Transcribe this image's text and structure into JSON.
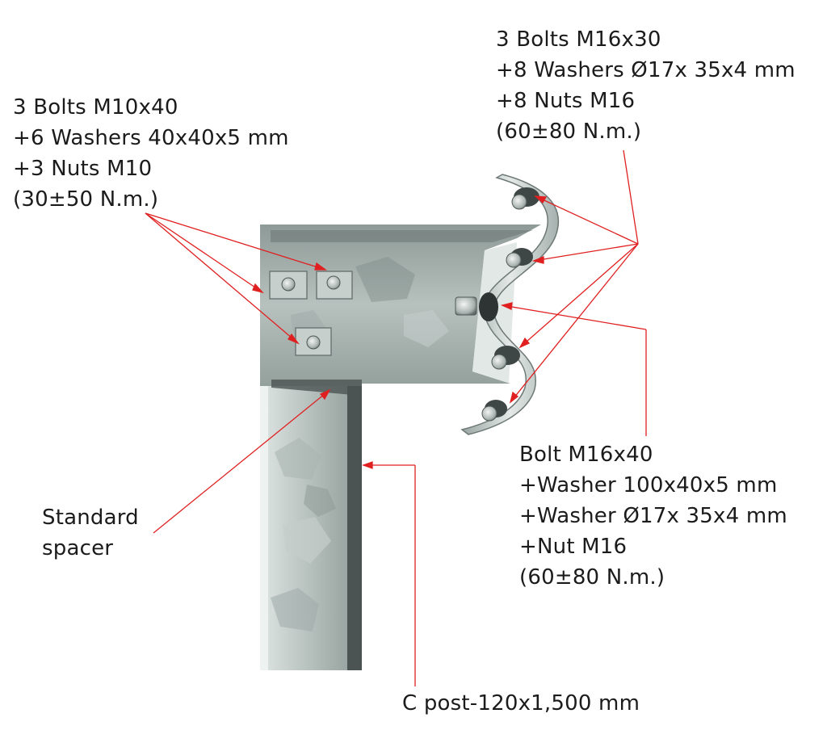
{
  "callouts": {
    "bolts_m10": {
      "lines": [
        "3 Bolts M10x40",
        "+6 Washers 40x40x5 mm",
        "+3 Nuts M10",
        "(30±50 N.m.)"
      ]
    },
    "bolts_m16x30": {
      "lines": [
        "3 Bolts M16x30",
        "+8  Washers Ø17x 35x4 mm",
        "+8 Nuts M16",
        "(60±80 N.m.)"
      ]
    },
    "bolt_m16x40": {
      "lines": [
        "Bolt M16x40",
        "+Washer 100x40x5 mm",
        "+Washer Ø17x 35x4 mm",
        "+Nut M16",
        "(60±80 N.m.)"
      ]
    },
    "spacer": {
      "lines": [
        "Standard",
        "spacer"
      ]
    },
    "post": {
      "lines": [
        "C post-120x1,500 mm"
      ]
    }
  },
  "colors": {
    "leader": "#e02020",
    "steel_light": "#c9d2cf",
    "steel_mid": "#9aa6a3",
    "steel_dark": "#5e6866",
    "background": "#ffffff"
  }
}
